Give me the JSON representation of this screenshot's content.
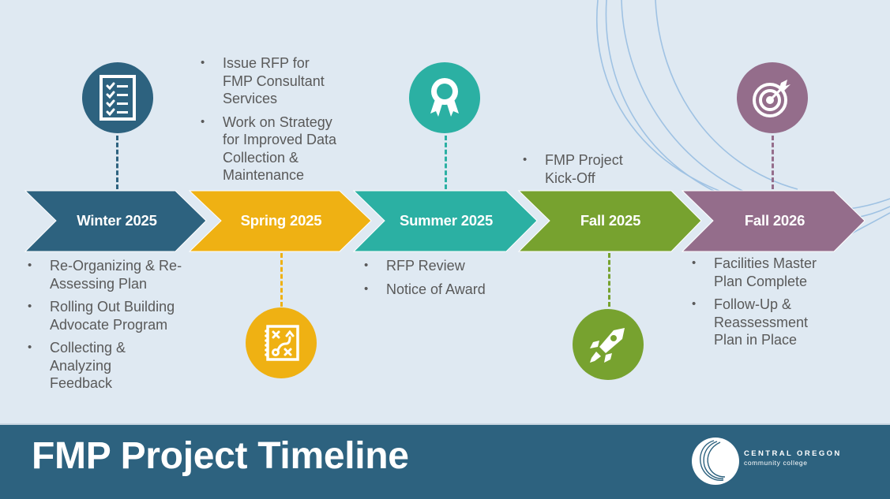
{
  "title": "FMP Project Timeline",
  "logo": {
    "line1": "CENTRAL OREGON",
    "line2": "community college"
  },
  "colors": {
    "background": "#dfe9f2",
    "footer": "#2d627f",
    "winter": "#2d627f",
    "spring": "#efb113",
    "summer": "#2bb0a3",
    "fall2025": "#77a22f",
    "fall2026": "#946d8b",
    "bullet_text": "#595959"
  },
  "phases": [
    {
      "label": "Winter 2025",
      "icon": "checklist-icon",
      "bullets": [
        "Re-Organizing & Re-Assessing Plan",
        "Rolling Out Building Advocate Program",
        "Collecting & Analyzing Feedback"
      ]
    },
    {
      "label": "Spring 2025",
      "icon": "strategy-playbook-icon",
      "bullets": [
        "Issue RFP for FMP Consultant Services",
        "Work on Strategy for Improved Data Collection & Maintenance"
      ]
    },
    {
      "label": "Summer 2025",
      "icon": "award-ribbon-icon",
      "bullets": [
        "RFP Review",
        "Notice of Award"
      ]
    },
    {
      "label": "Fall 2025",
      "icon": "rocket-icon",
      "bullets": [
        "FMP Project Kick-Off"
      ]
    },
    {
      "label": "Fall 2026",
      "icon": "target-icon",
      "bullets": [
        "Facilities Master Plan Complete",
        "Follow-Up & Reassessment Plan in Place"
      ]
    }
  ]
}
